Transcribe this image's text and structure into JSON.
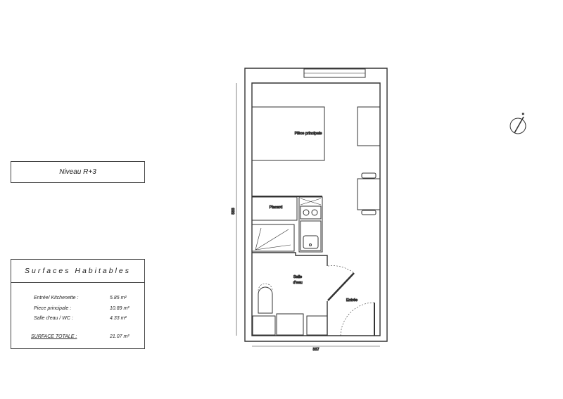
{
  "level_label": "Niveau R+3",
  "surfaces": {
    "title": "Surfaces Habitables",
    "rows": [
      {
        "label": "Entrée/ Kitchenette :",
        "value": "5.85 m²"
      },
      {
        "label": "Piece principale :",
        "value": "10.89 m²"
      },
      {
        "label": "Salle d'eau / WC :",
        "value": "4.33 m²"
      }
    ],
    "total_label": "SURFACE TOTALE :",
    "total_value": "21.07 m²"
  },
  "plan": {
    "rooms": {
      "main": "Pièce principale",
      "closet": "Placard",
      "bath_line1": "Salle",
      "bath_line2": "d'eau",
      "entry": "Entrée"
    },
    "dim_height": "583",
    "dim_width": "337"
  },
  "north_icon": "compass-north-icon"
}
